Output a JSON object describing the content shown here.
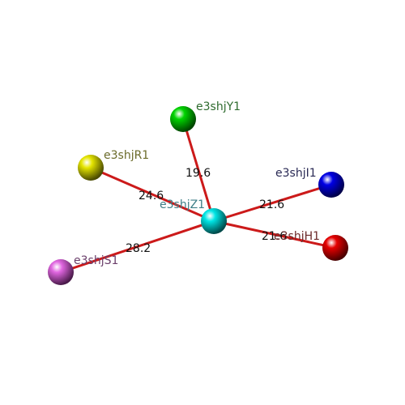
{
  "atoms": [
    {
      "id": "Z1",
      "label": "e3shjZ1",
      "color": "#00e5e5",
      "label_color": "#3f7f88"
    },
    {
      "id": "Y1",
      "label": "e3shjY1",
      "color": "#00d400",
      "label_color": "#2e6b2e"
    },
    {
      "id": "R1",
      "label": "e3shjR1",
      "color": "#e5e500",
      "label_color": "#6b6b2a"
    },
    {
      "id": "I1",
      "label": "e3shjI1",
      "color": "#0000e5",
      "label_color": "#2a2a55"
    },
    {
      "id": "H1",
      "label": "e3shjH1",
      "color": "#e50000",
      "label_color": "#6b2a2a"
    },
    {
      "id": "S1",
      "label": "e3shjS1",
      "color": "#e066e0",
      "label_color": "#6b3f6b"
    }
  ],
  "bonds": [
    {
      "from": "Z1",
      "to": "Y1",
      "distance": "19.6"
    },
    {
      "from": "Z1",
      "to": "R1",
      "distance": "24.6"
    },
    {
      "from": "Z1",
      "to": "I1",
      "distance": "21.6"
    },
    {
      "from": "Z1",
      "to": "H1",
      "distance": "21.6"
    },
    {
      "from": "Z1",
      "to": "S1",
      "distance": "28.2"
    }
  ],
  "colors": {
    "bond": "#cc1a1a",
    "background": "#ffffff"
  }
}
